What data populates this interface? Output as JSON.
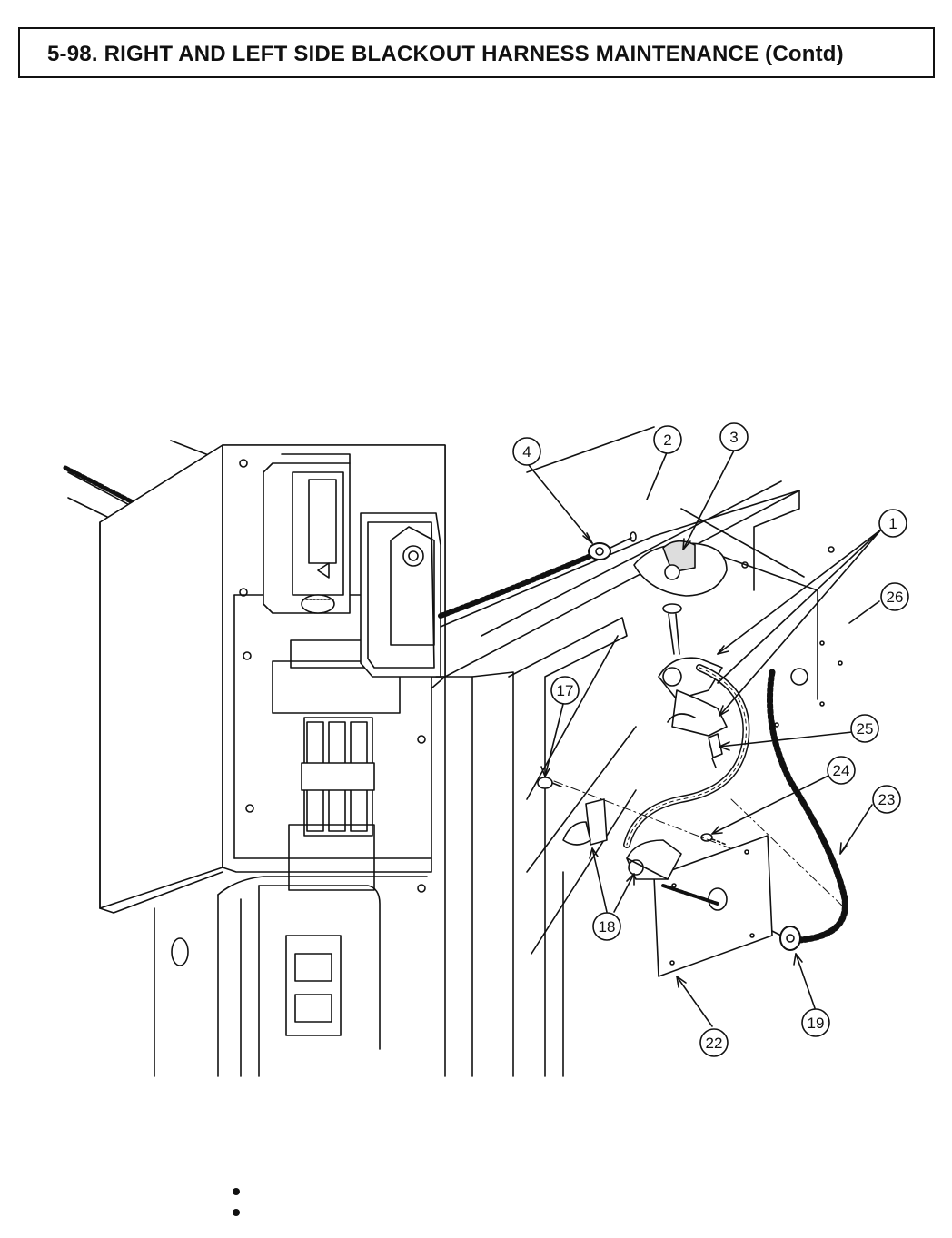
{
  "header": {
    "title": "5-98. RIGHT AND LEFT SIDE BLACKOUT HARNESS MAINTENANCE (Contd)"
  },
  "figure": {
    "callouts": [
      {
        "id": "c1",
        "label": "1"
      },
      {
        "id": "c2",
        "label": "2"
      },
      {
        "id": "c3",
        "label": "3"
      },
      {
        "id": "c4",
        "label": "4"
      },
      {
        "id": "c17",
        "label": "17"
      },
      {
        "id": "c18",
        "label": "18"
      },
      {
        "id": "c19",
        "label": "19"
      },
      {
        "id": "c22",
        "label": "22"
      },
      {
        "id": "c23",
        "label": "23"
      },
      {
        "id": "c24",
        "label": "24"
      },
      {
        "id": "c25",
        "label": "25"
      },
      {
        "id": "c26",
        "label": "26"
      }
    ]
  }
}
